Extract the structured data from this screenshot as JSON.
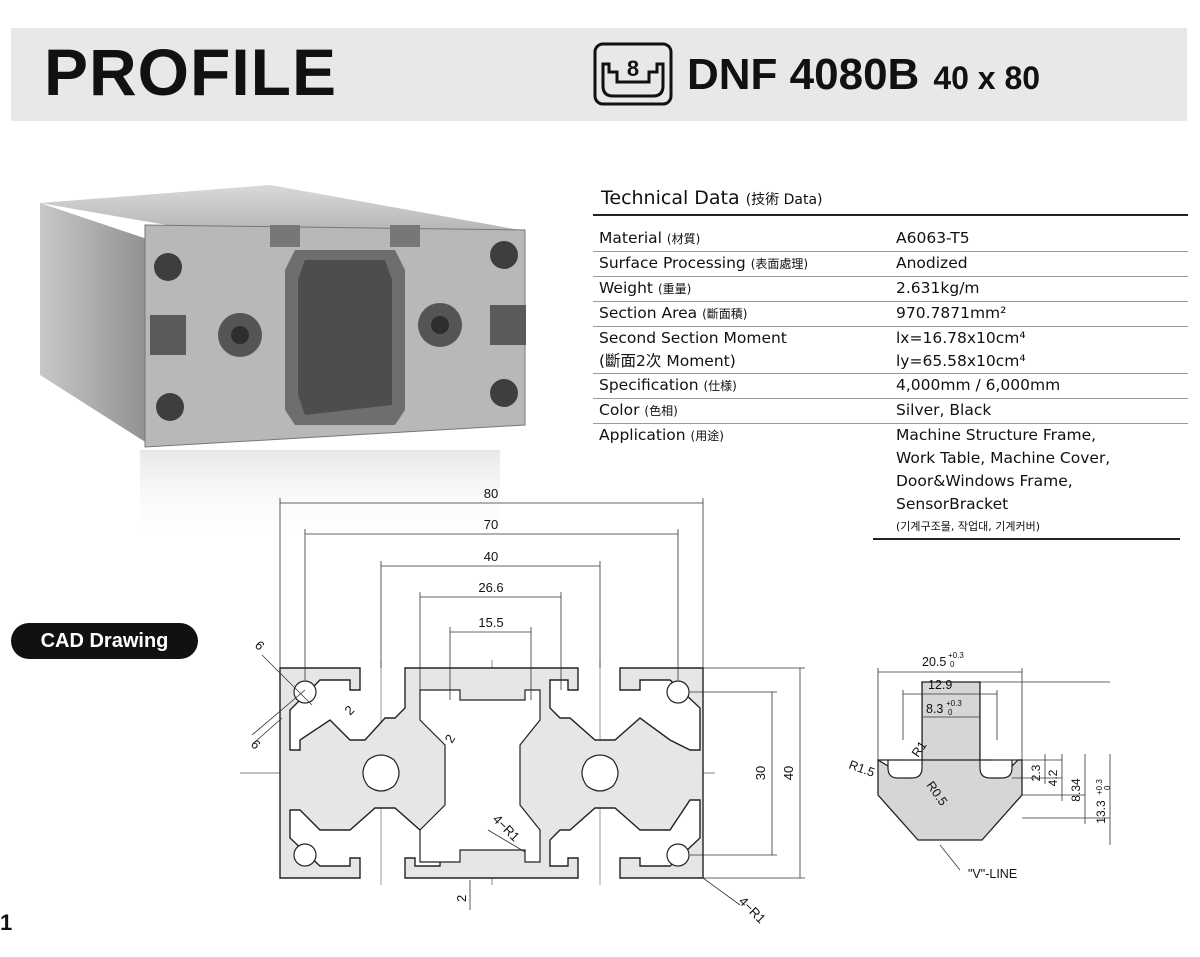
{
  "header": {
    "title": "PROFILE",
    "logo_icon": "t-slot-8-icon",
    "logo_digit": "8",
    "model": "DNF 4080B",
    "size": "40 x 80"
  },
  "tech": {
    "title": "Technical Data",
    "title_sub": "(技術 Data)",
    "rows": [
      {
        "label": "Material",
        "label_cjk": "(材質)",
        "value": "A6063-T5"
      },
      {
        "label": "Surface Processing",
        "label_cjk": "(表面處理)",
        "value": "Anodized"
      },
      {
        "label": "Weight",
        "label_cjk": "(重量)",
        "value": "2.631kg/m"
      },
      {
        "label": "Section Area",
        "label_cjk": "(斷面積)",
        "value": "970.7871mm²"
      },
      {
        "label": "Second Section Moment",
        "label_cjk": "",
        "value": "lx=16.78x10cm⁴"
      },
      {
        "label": "(斷面2次 Moment)",
        "label_cjk": "",
        "value": "ly=65.58x10cm⁴"
      },
      {
        "label": "Specification",
        "label_cjk": "(仕様)",
        "value": "4,000mm / 6,000mm"
      },
      {
        "label": "Color",
        "label_cjk": "(色相)",
        "value": "Silver, Black"
      },
      {
        "label": "Application",
        "label_cjk": "(用途)",
        "value": "Machine Structure Frame,\nWork Table, Machine Cover,\nDoor&Windows Frame,\nSensorBracket"
      }
    ],
    "application_note": "(기계구조물, 작업대, 기계커버)"
  },
  "cad": {
    "label": "CAD Drawing",
    "dims": {
      "d80": "80",
      "d70": "70",
      "d40": "40",
      "d26": "26.6",
      "d15": "15.5",
      "d6a": "6",
      "d6b": "6",
      "d2a": "2",
      "d2b": "2",
      "d2c": "2",
      "r1a": "4−R1",
      "r1b": "4−R1",
      "h30": "30",
      "h40": "40"
    },
    "detail": {
      "w20": "20.5",
      "w20_tol": "+0.3",
      "w20_tol2": "0",
      "w12": "12.9",
      "w8": "8.3",
      "w8_tol": "+0.3",
      "w8_tol2": "0",
      "r15": "R1.5",
      "r1": "R1",
      "r05": "R0.5",
      "h23": "2.3",
      "h42": "4.2",
      "h834": "8.34",
      "h133": "13.3",
      "h133_tol": "+0.3",
      "h133_tol2": "0",
      "vline": "\"V\"-LINE"
    }
  },
  "page_number": "1"
}
